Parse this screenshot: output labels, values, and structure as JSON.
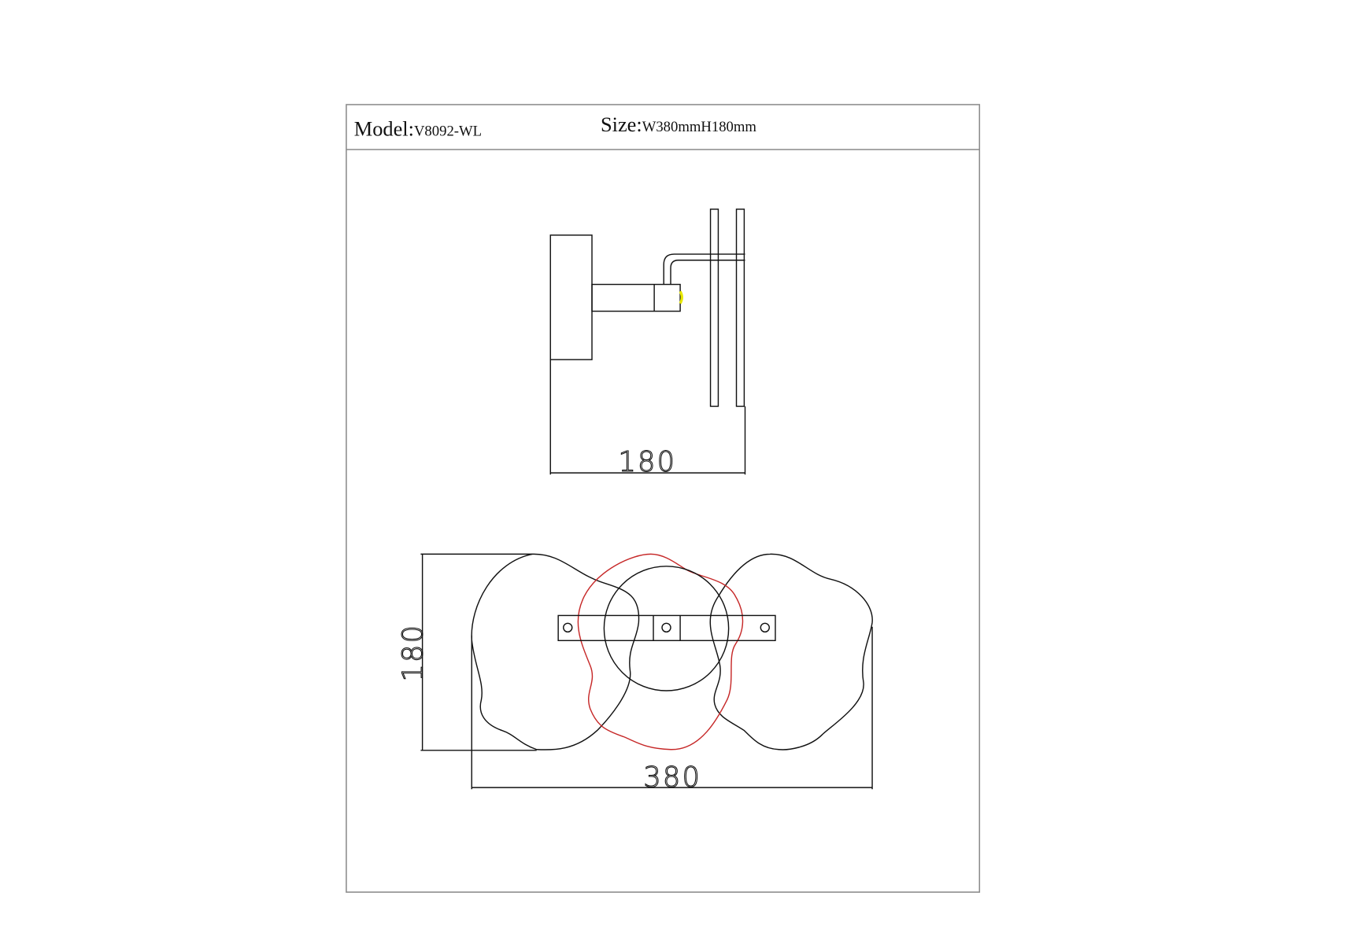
{
  "header": {
    "model_label": "Model:",
    "model_value": "V8092-WL",
    "size_label": "Size:",
    "size_value": "W380mmH180mm"
  },
  "side_view": {
    "depth_dimension": "180"
  },
  "front_view": {
    "height_dimension": "180",
    "width_dimension": "380"
  },
  "colors": {
    "line": "#111111",
    "frame": "#8a8a8a",
    "highlight_shade": "#c62828",
    "light_marker": "#e8e800"
  }
}
